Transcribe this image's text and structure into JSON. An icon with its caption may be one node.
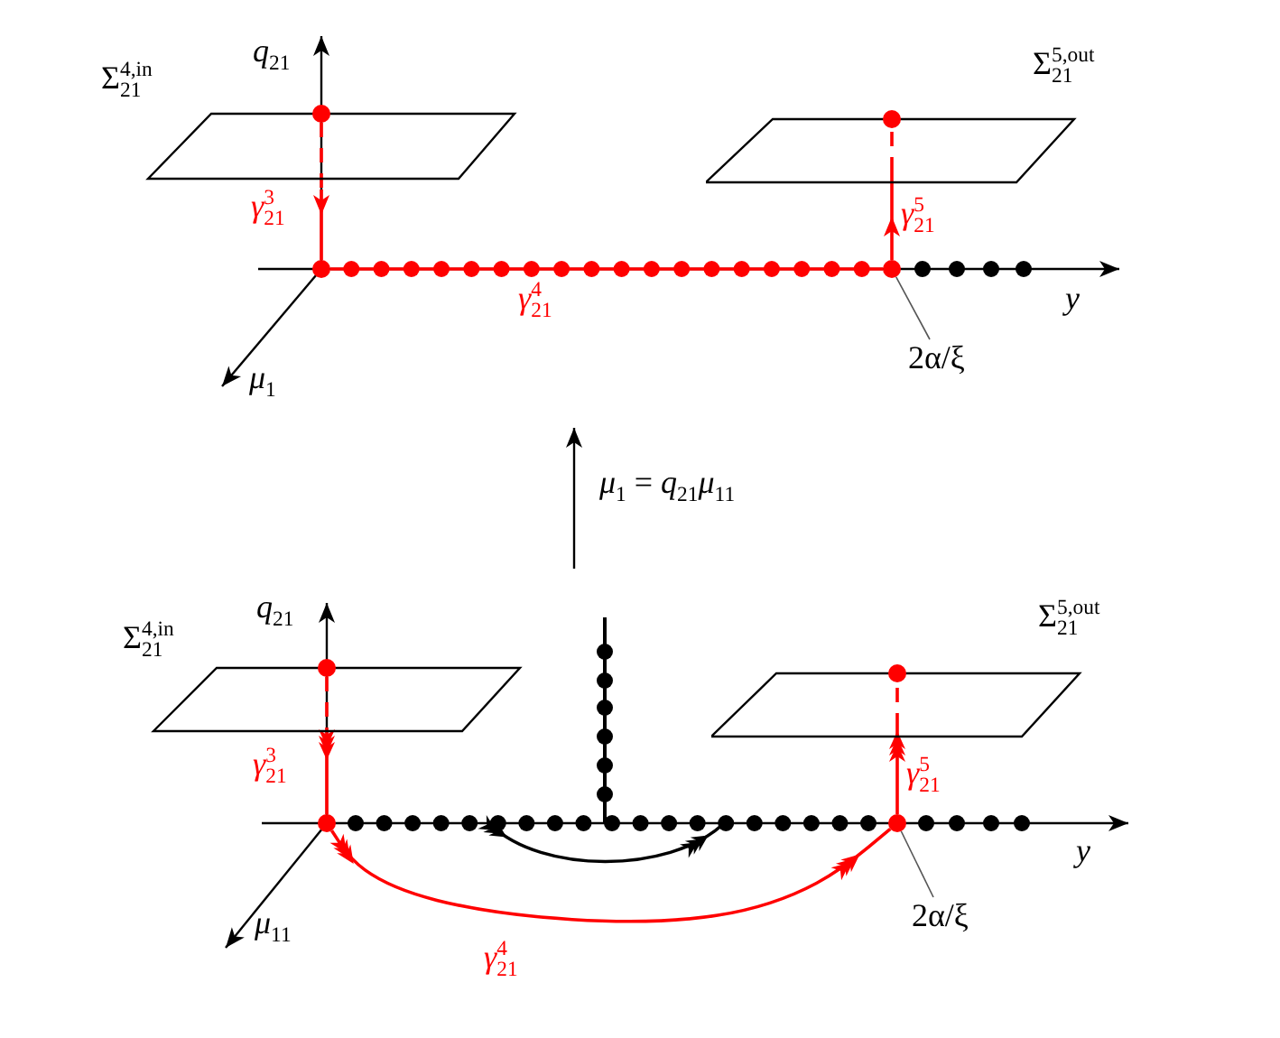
{
  "diagram": {
    "nodes": [
      {
        "text": [
          "Σ$_{21}$$^{4,in}$"
        ]
      },
      {
        "text": [],
        "shape": "circle",
        "in": 0
      },
      {
        "text": [
          "Σ$_{21}$$^{5,out}$"
        ]
      },
      {
        "text": [],
        "shape": "circle",
        "in": 2
      },
      {
        "text": [],
        "shape": "circle"
      },
      {
        "text": [],
        "shape": "circle"
      },
      {
        "text": [
          "2α/ξ"
        ]
      },
      {
        "text": [
          "Σ$_{21}$$^{4,in}$"
        ]
      },
      {
        "text": [],
        "shape": "circle",
        "in": 7
      },
      {
        "text": [
          "Σ$_{21}$$^{5,out}$"
        ]
      },
      {
        "text": [],
        "shape": "circle",
        "in": 9
      },
      {
        "text": [],
        "shape": "circle"
      },
      {
        "text": [],
        "shape": "circle"
      },
      {
        "text": [
          "2α/ξ"
        ]
      }
    ],
    "edges": [
      {
        "from": 1,
        "to": 4,
        "arrow": "to",
        "label": "*γ*$_{21}$$^{3}$",
        "style": "dashed"
      },
      {
        "from": 4,
        "to": 5,
        "arrow": "none",
        "label": "*γ*$_{21}$$^{4}$"
      },
      {
        "from": 5,
        "to": 3,
        "arrow": "to",
        "label": "*γ*$_{21}$$^{5}$",
        "style": "dashed"
      },
      {
        "from": 6,
        "to": 5,
        "arrow": "none",
        "color": "#555555"
      },
      {
        "from": 8,
        "to": 11,
        "arrow": "to",
        "label": "*γ*$_{21}$$^{3}$",
        "style": "dashed"
      },
      {
        "from": 11,
        "to": 12,
        "arrow": "to",
        "label": "*γ*$_{21}$$^{4}$"
      },
      {
        "from": 12,
        "to": 10,
        "arrow": "to",
        "label": "*γ*$_{21}$$^{5}$",
        "style": "dashed"
      },
      {
        "from": 13,
        "to": 12,
        "arrow": "none",
        "color": "#555555"
      }
    ],
    "labels": [
      "*q*$_{21}$",
      "*y*",
      "*μ*$_{1}$",
      "*μ*$_{1}$ = *q*$_{21}$*μ*$_{11}$",
      "*q*$_{21}$",
      "*y*",
      "*μ*$_{11}$"
    ]
  }
}
